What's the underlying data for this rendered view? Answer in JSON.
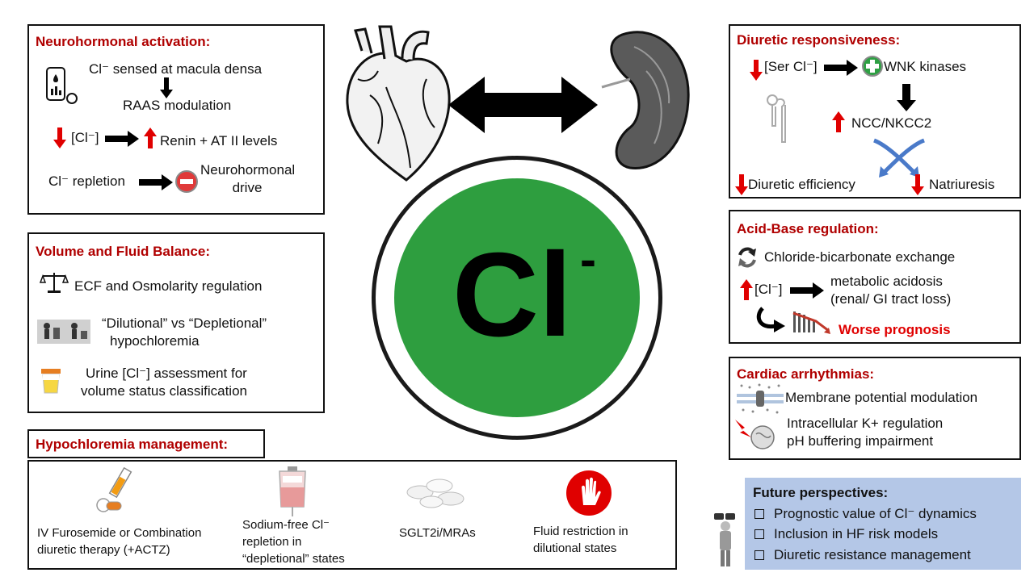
{
  "center": {
    "symbol": "Cl",
    "superscript": "-"
  },
  "neuro": {
    "title": "Neurohormonal  activation:",
    "line1": "Cl⁻ sensed at macula densa",
    "line2": "RAAS modulation",
    "cl_label": "[Cl⁻]",
    "renin": "Renin + AT II levels",
    "repletion": "Cl⁻ repletion",
    "drive1": "Neurohormonal",
    "drive2": "drive"
  },
  "volume": {
    "title": "Volume and Fluid Balance:",
    "line1": "ECF and Osmolarity regulation",
    "line2a": "“Dilutional” vs “Depletional”",
    "line2b": "hypochloremia",
    "line3a": "Urine [Cl⁻] assessment  for",
    "line3b": "volume status classification"
  },
  "management": {
    "title": "Hypochloremia  management:",
    "items": [
      {
        "line1": "IV Furosemide or Combination",
        "line2": "diuretic therapy (+ACTZ)"
      },
      {
        "line1": "Sodium-free Cl⁻",
        "line2": "repletion in",
        "line3": "“depletional” states"
      },
      {
        "line1": "SGLT2i/MRAs"
      },
      {
        "line1": "Fluid restriction in",
        "line2": "dilutional states"
      }
    ]
  },
  "diuretic": {
    "title": "Diuretic responsiveness:",
    "ser": "[Ser Cl⁻]",
    "wnk": "WNK kinases",
    "ncc": "NCC/NKCC2",
    "efficiency": "Diuretic efficiency",
    "natriuresis": "Natriuresis"
  },
  "acid": {
    "title": "Acid-Base regulation:",
    "line1": "Chloride-bicarbonate  exchange",
    "cl_label": "[Cl⁻]",
    "acidosis1": "metabolic acidosis",
    "acidosis2": "(renal/ GI tract loss)",
    "prognosis": "Worse prognosis"
  },
  "arrhythmia": {
    "title": "Cardiac arrhythmias:",
    "line1": "Membrane  potential modulation",
    "line2": "Intracellular K+ regulation",
    "line3": "pH buffering impairment"
  },
  "future": {
    "title": "Future perspectives:",
    "items": [
      "Prognostic value of Cl⁻ dynamics",
      "Inclusion in HF risk models",
      "Diuretic resistance management"
    ]
  },
  "colors": {
    "title_red": "#b00000",
    "chloride_green": "#2e9e3f",
    "future_bg": "#b4c7e7",
    "up_down_arrow": "#e00000"
  }
}
